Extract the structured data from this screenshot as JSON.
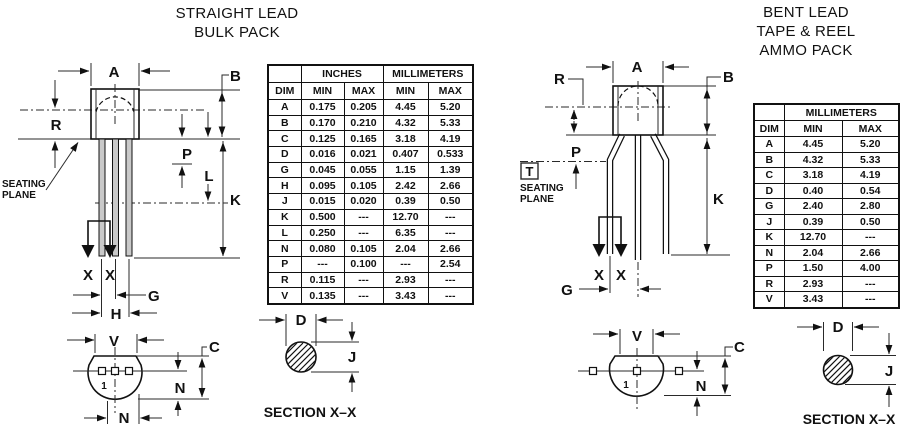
{
  "titles": {
    "left_line1": "STRAIGHT LEAD",
    "left_line2": "BULK PACK",
    "right_line1": "BENT LEAD",
    "right_line2": "TAPE & REEL",
    "right_line3": "AMMO PACK"
  },
  "tables": {
    "straight": {
      "group_inches": "INCHES",
      "group_mm": "MILLIMETERS",
      "dim": "DIM",
      "min": "MIN",
      "max": "MAX",
      "rows": [
        [
          "A",
          "0.175",
          "0.205",
          "4.45",
          "5.20"
        ],
        [
          "B",
          "0.170",
          "0.210",
          "4.32",
          "5.33"
        ],
        [
          "C",
          "0.125",
          "0.165",
          "3.18",
          "4.19"
        ],
        [
          "D",
          "0.016",
          "0.021",
          "0.407",
          "0.533"
        ],
        [
          "G",
          "0.045",
          "0.055",
          "1.15",
          "1.39"
        ],
        [
          "H",
          "0.095",
          "0.105",
          "2.42",
          "2.66"
        ],
        [
          "J",
          "0.015",
          "0.020",
          "0.39",
          "0.50"
        ],
        [
          "K",
          "0.500",
          "---",
          "12.70",
          "---"
        ],
        [
          "L",
          "0.250",
          "---",
          "6.35",
          "---"
        ],
        [
          "N",
          "0.080",
          "0.105",
          "2.04",
          "2.66"
        ],
        [
          "P",
          "---",
          "0.100",
          "---",
          "2.54"
        ],
        [
          "R",
          "0.115",
          "---",
          "2.93",
          "---"
        ],
        [
          "V",
          "0.135",
          "---",
          "3.43",
          "---"
        ]
      ]
    },
    "bent": {
      "group_mm": "MILLIMETERS",
      "dim": "DIM",
      "min": "MIN",
      "max": "MAX",
      "rows": [
        [
          "A",
          "4.45",
          "5.20"
        ],
        [
          "B",
          "4.32",
          "5.33"
        ],
        [
          "C",
          "3.18",
          "4.19"
        ],
        [
          "D",
          "0.40",
          "0.54"
        ],
        [
          "G",
          "2.40",
          "2.80"
        ],
        [
          "J",
          "0.39",
          "0.50"
        ],
        [
          "K",
          "12.70",
          "---"
        ],
        [
          "N",
          "2.04",
          "2.66"
        ],
        [
          "P",
          "1.50",
          "4.00"
        ],
        [
          "R",
          "2.93",
          "---"
        ],
        [
          "V",
          "3.43",
          "---"
        ]
      ]
    }
  },
  "dims": {
    "A": "A",
    "B": "B",
    "C": "C",
    "D": "D",
    "G": "G",
    "H": "H",
    "J": "J",
    "K": "K",
    "L": "L",
    "N": "N",
    "P": "P",
    "R": "R",
    "V": "V",
    "X": "X"
  },
  "annotations": {
    "seating1": "SEATING",
    "seating2": "PLANE",
    "section": "SECTION X–X",
    "pin1": "1",
    "datum_t": "T"
  }
}
